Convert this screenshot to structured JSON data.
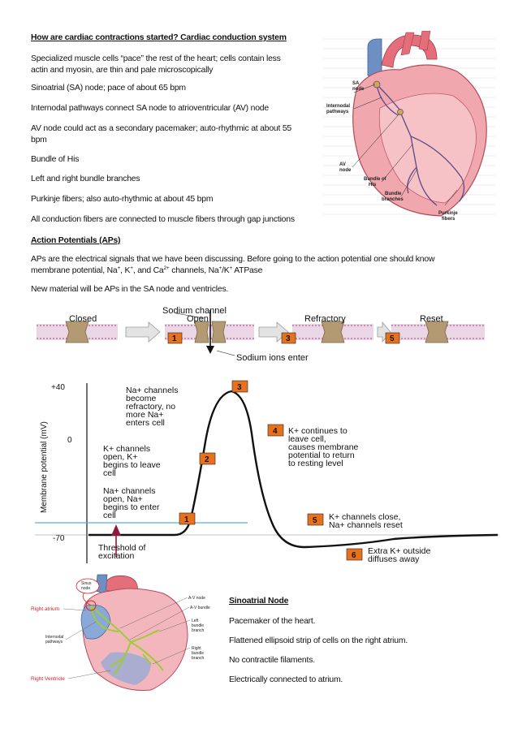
{
  "heading1": "How are cardiac contractions started? Cardiac conduction system",
  "paragraphs": [
    "Specialized muscle cells “pace” the rest of the heart; cells contain less",
    "actin and myosin, are thin and pale microscopically",
    "Sinoatrial (SA) node; pace of about 65 bpm",
    "Internodal pathways connect SA node to atrioventricular (AV) node",
    "AV node could act as a secondary pacemaker; auto-rhythmic at about 55",
    "bpm",
    "Bundle of His",
    "Left and right bundle branches",
    "Purkinje fibers; also auto-rhythmic at about 45 bpm",
    "All conduction fibers are connected to muscle fibers through gap junctions"
  ],
  "heading2": "Action Potentials (APs)",
  "ap_line1": "APs are the electrical signals that we have been discussing. Before going to the action potential one should know",
  "ap_line2": {
    "pre": "membrane potential, Na",
    "plus1": "+",
    "mid1": ", K",
    "plus2": "+",
    "mid2": ", and Ca",
    "plus3": "2+",
    "mid3": " channels, Na",
    "plus4": "+",
    "mid4": "/K",
    "plus5": "+",
    "post": " ATPase"
  },
  "ap_line3": "New material will be APs in the SA node and ventricles.",
  "heart_top_labels": {
    "sa": [
      "SA",
      "node"
    ],
    "internodal": [
      "Internodal",
      "pathways"
    ],
    "av": [
      "AV",
      "node"
    ],
    "his": [
      "Bundle of",
      "His"
    ],
    "branches": [
      "Bundle",
      "branches"
    ],
    "purkinje": [
      "Purkinje",
      "fibers"
    ]
  },
  "ap_figure": {
    "sodium_channel": "Sodium channel",
    "closed": "Closed",
    "open": "Open",
    "refractory": "Refractory",
    "reset": "Reset",
    "sodium_enter": "Sodium ions enter",
    "ylabel": "Membrane potential (mV)",
    "ticks": [
      "+40",
      "0",
      "-70"
    ],
    "badges": [
      "1",
      "2",
      "3",
      "4",
      "5",
      "6"
    ],
    "ann3": [
      "Na+ channels",
      "become",
      "refractory, no",
      "more Na+",
      "enters cell"
    ],
    "ann4": [
      "K+ continues to",
      "leave cell,",
      "causes membrane",
      "potential to return",
      "to resting level"
    ],
    "ann2": [
      "K+ channels",
      "open, K+",
      "begins to leave",
      "cell"
    ],
    "ann1": [
      "Na+ channels",
      "open, Na+",
      "begins to enter",
      "cell"
    ],
    "ann5": [
      "K+ channels close,",
      "Na+ channels reset"
    ],
    "ann6": [
      "Extra K+ outside",
      "diffuses away"
    ],
    "threshold": [
      "Threshold of",
      "excitation"
    ]
  },
  "heart_bot_labels": {
    "sinus": [
      "Sinus",
      "node"
    ],
    "av_node": "A-V node",
    "av_bundle": "A-V bundle",
    "right_atrium": "Right atrium",
    "internodal": [
      "Internodal",
      "pathways"
    ],
    "left_branch": [
      "Left",
      "bundle",
      "branch"
    ],
    "right_branch": [
      "Right",
      "bundle",
      "branch"
    ],
    "right_ventricle": "Right Ventricle"
  },
  "sa_section": {
    "title": "Sinoatrial Node",
    "lines": [
      "Pacemaker of the heart.",
      "Flattened ellipsoid strip of cells on the right atrium.",
      "No contractile filaments.",
      "Electrically connected to atrium."
    ]
  },
  "colors": {
    "heart_pink": "#e88a93",
    "heart_blue": "#6d8fc4",
    "channel_tan": "#b49a72",
    "badge_orange": "#e8721c",
    "threshold_line": "#5aaee0",
    "arrow_maroon": "#8b1c3a",
    "conduction_green": "#9ccc3a"
  }
}
